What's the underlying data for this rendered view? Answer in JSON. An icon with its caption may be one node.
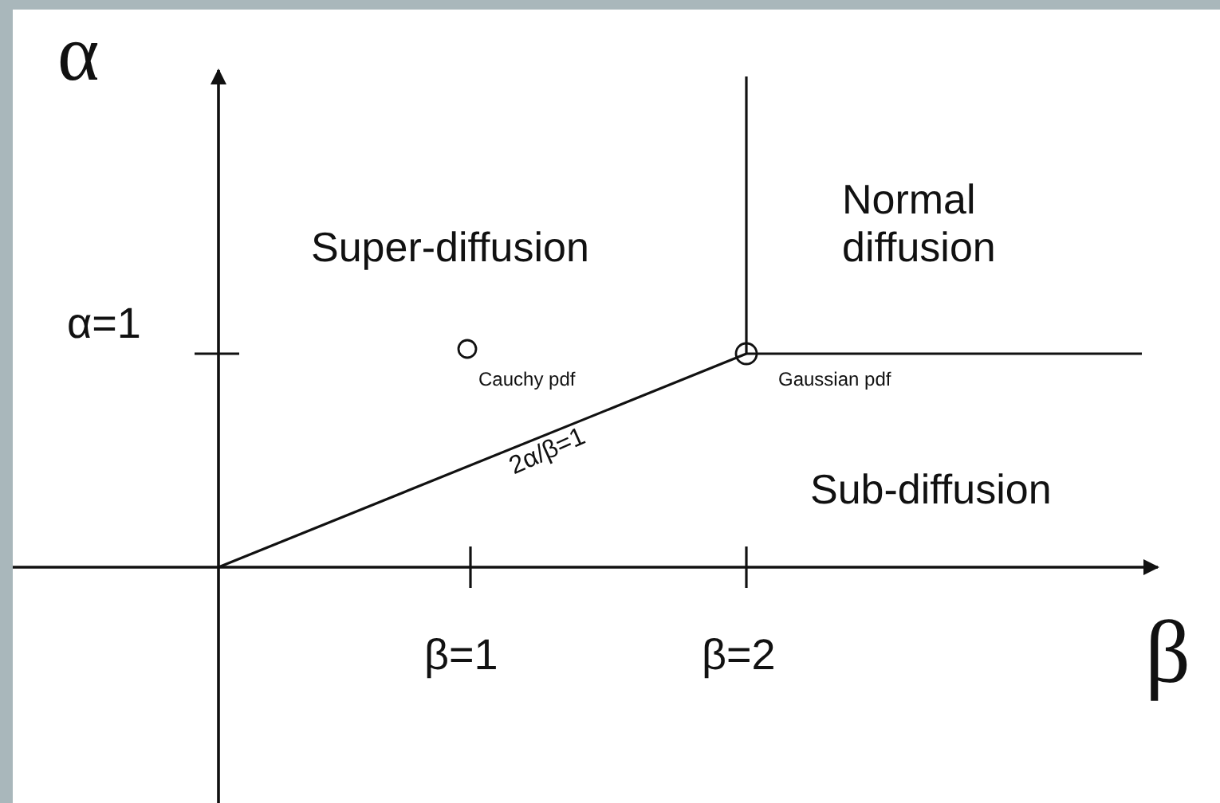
{
  "diagram": {
    "labels": [
      "α",
      "Normal diffusion",
      "Super-diffusion",
      "α=1",
      "Cauchy pdf",
      "Gaussian pdf",
      "2α/β=1",
      "Sub-diffusion",
      "β=1",
      "β=2",
      "β"
    ]
  }
}
